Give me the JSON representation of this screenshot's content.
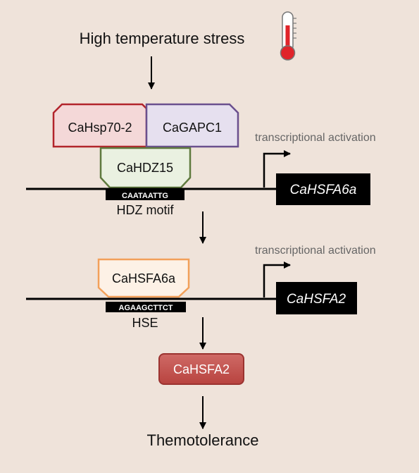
{
  "stress_label": "High temperature stress",
  "thermometer_icon": "thermometer-icon",
  "proteins": {
    "hsp70": "CaHsp70-2",
    "gapc1": "CaGAPC1",
    "hdz15": "CaHDZ15",
    "hsfa6a": "CaHSFA6a",
    "hsfa2": "CaHSFA2"
  },
  "genes": {
    "hsfa6a": "CaHSFA6a",
    "hsfa2": "CaHSFA2"
  },
  "motifs": {
    "hdz_seq": "CAATAATTG",
    "hdz_label": "HDZ motif",
    "hse_seq": "AGAAGCTTCT",
    "hse_label": "HSE"
  },
  "activation_label_1": "transcriptional activation",
  "activation_label_2": "transcriptional activation",
  "outcome": "Themotolerance",
  "colors": {
    "background": "#efe3da",
    "hsp70_fill": "#f4d8d8",
    "hsp70_stroke": "#b2242b",
    "gapc1_fill": "#e6e0ef",
    "gapc1_stroke": "#6a4f8e",
    "hdz15_fill": "#eaf1e1",
    "hdz15_stroke": "#5f7a3e",
    "hsfa6a_fill": "#fdf1e6",
    "hsfa6a_stroke": "#f2a05a",
    "hsfa2_fill": "#c0504d",
    "hsfa2_stroke": "#9b3330",
    "gene_box": "#000000",
    "thermo_red": "#e0242a"
  }
}
